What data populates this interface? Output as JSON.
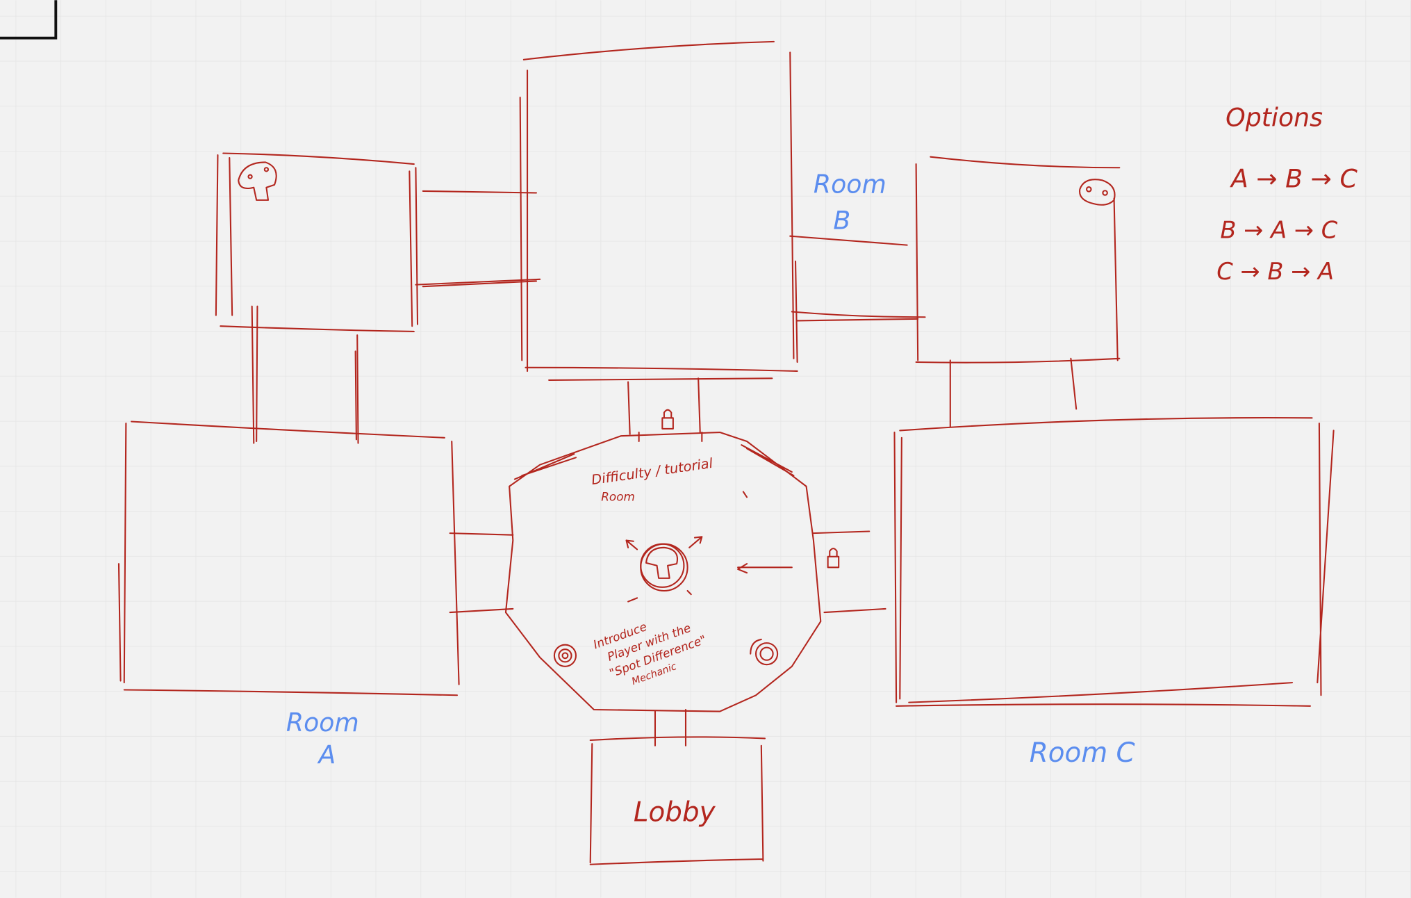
{
  "diagram": {
    "colors": {
      "ink": "#b3261e",
      "label": "#5b8def",
      "background": "#f2f2f2",
      "grid": "#e4e4e4"
    },
    "labels": {
      "room_a": [
        "Room",
        "A"
      ],
      "room_b": [
        "Room",
        "B"
      ],
      "room_c": "Room C",
      "lobby": "Lobby",
      "hub_title": [
        "Difficulty / tutorial",
        "Room"
      ],
      "hub_desc": [
        "Introduce",
        "Player with the",
        "\"Spot Difference\"",
        "Mechanic"
      ]
    },
    "options": {
      "title": "Options",
      "items": [
        "A → B → C",
        "B → A → C",
        "C → B → A"
      ]
    },
    "icons": [
      "mushroom-icon",
      "lock-icon",
      "spiral-icon"
    ]
  }
}
